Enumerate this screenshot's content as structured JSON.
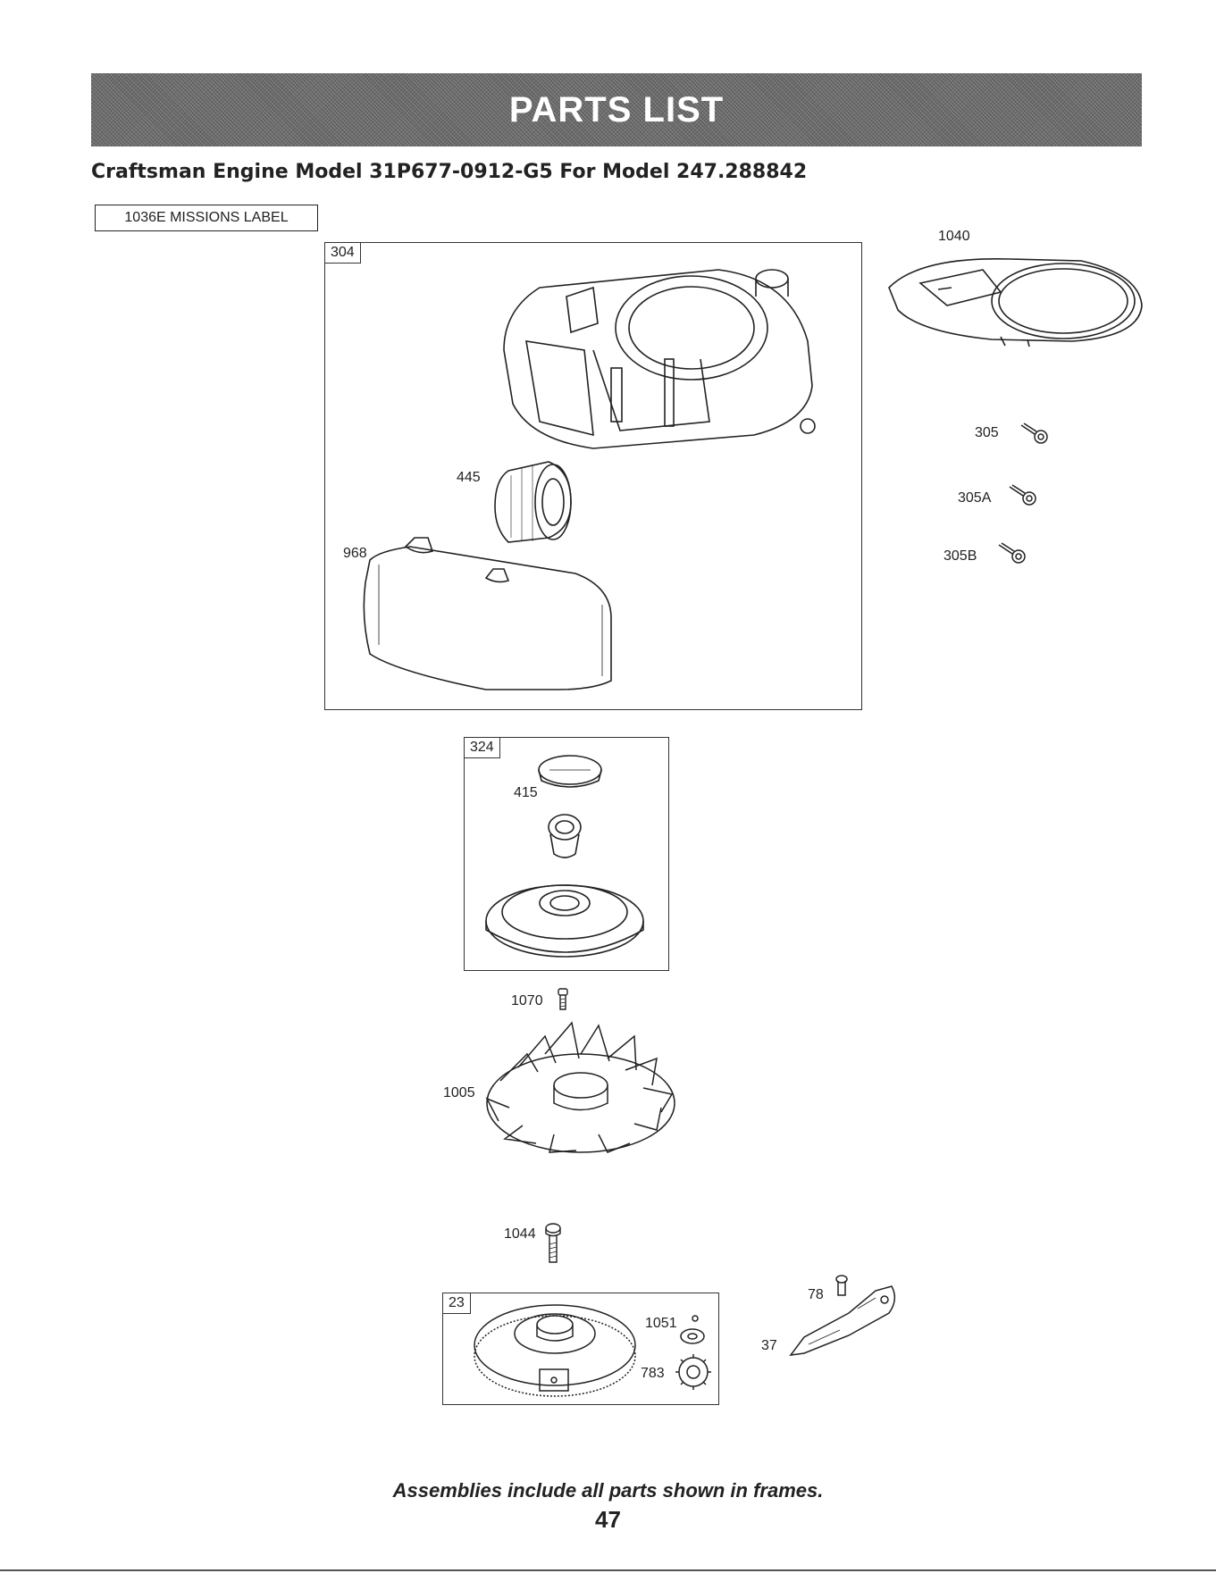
{
  "header": {
    "banner_title": "PARTS LIST",
    "subtitle": "Craftsman Engine Model 31P677-0912-G5 For Model 247.288842"
  },
  "label_box": "1036E MISSIONS LABEL",
  "frames": {
    "blower_housing": {
      "tag": "304",
      "parts": {
        "filter": "445",
        "cover": "968"
      }
    },
    "rewind_starter": {
      "tag": "324",
      "parts": {
        "cup": "415"
      }
    },
    "flywheel": {
      "tag": "23",
      "parts": {
        "washer": "1051",
        "gear": "783"
      }
    }
  },
  "parts": {
    "shroud": "1040",
    "screw_a": "305",
    "screw_b": "305A",
    "screw_c": "305B",
    "bolt_top": "1070",
    "fan": "1005",
    "bolt_mid": "1044",
    "bracket_screw": "78",
    "bracket": "37"
  },
  "footer": {
    "note": "Assemblies include all parts shown in frames.",
    "page_number": "47"
  }
}
